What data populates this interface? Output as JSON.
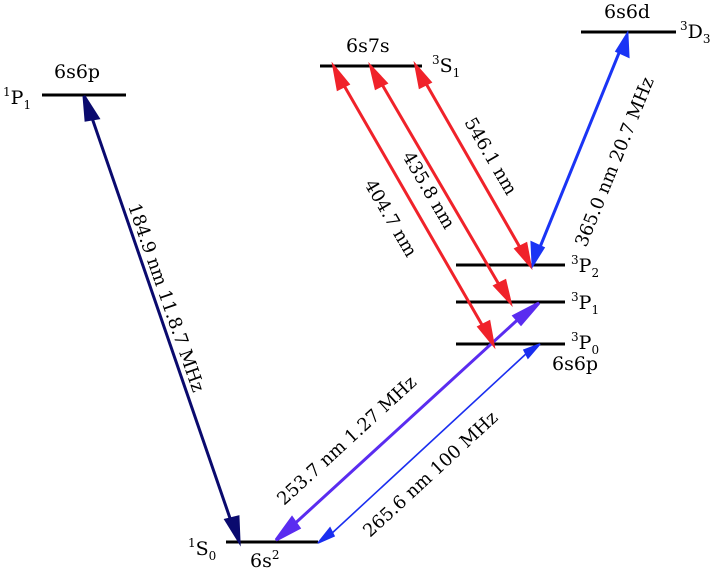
{
  "levels": {
    "s0": {
      "term": "S",
      "mult": "1",
      "j": "0",
      "config": "6s",
      "config_sup": "2"
    },
    "p1_singlet": {
      "term": "P",
      "mult": "1",
      "j": "1",
      "config": "6s6p"
    },
    "s7s": {
      "term": "S",
      "mult": "3",
      "j": "1",
      "config": "6s7s"
    },
    "d3": {
      "term": "D",
      "mult": "3",
      "j": "3",
      "config": "6s6d"
    },
    "p2": {
      "term": "P",
      "mult": "3",
      "j": "2"
    },
    "p1_triplet": {
      "term": "P",
      "mult": "3",
      "j": "1"
    },
    "p0": {
      "term": "P",
      "mult": "3",
      "j": "0",
      "config": "6s6p"
    }
  },
  "transitions": {
    "t1849": {
      "label": "184.9 nm  11.8.7 MHz",
      "color": "#0a0a6e"
    },
    "t2537": {
      "label": "253.7 nm 1.27 MHz",
      "color": "#5a2cf0"
    },
    "t2656": {
      "label": "265.6 nm 100 MHz",
      "color": "#1a2ef0"
    },
    "t4047": {
      "label": "404.7 nm",
      "color": "#f0222a"
    },
    "t4358": {
      "label": "435.8 nm",
      "color": "#f0222a"
    },
    "t5461": {
      "label": "546.1 nm",
      "color": "#f0222a"
    },
    "t3650": {
      "label": "365.0 nm  20.7 MHz",
      "color": "#1a34f5"
    }
  }
}
